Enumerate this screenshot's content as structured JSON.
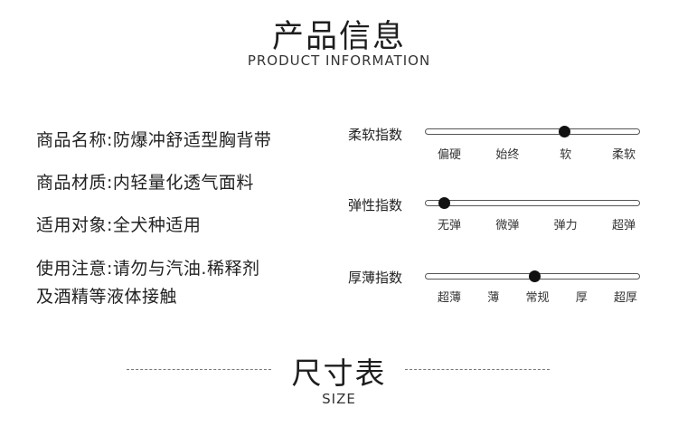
{
  "header": {
    "title": "产品信息",
    "subtitle": "PRODUCT INFORMATION"
  },
  "info": [
    "商品名称:防爆冲舒适型胸背带",
    "商品材质:内轻量化透气面料",
    "适用对象:全犬种适用",
    "使用注意:请勿与汽油.稀释剂",
    "及酒精等液体接触"
  ],
  "ratings": [
    {
      "label": "柔软指数",
      "ticks": [
        "偏硬",
        "始终",
        "软",
        "柔软"
      ],
      "level": 0.65
    },
    {
      "label": "弹性指数",
      "ticks": [
        "无弹",
        "微弹",
        "弹力",
        "超弹"
      ],
      "level": 0.09
    },
    {
      "label": "厚薄指数",
      "ticks": [
        "超薄",
        "薄",
        "常规",
        "厚",
        "超厚"
      ],
      "level": 0.51
    }
  ],
  "size_section": {
    "title": "尺寸表",
    "subtitle": "SIZE"
  }
}
